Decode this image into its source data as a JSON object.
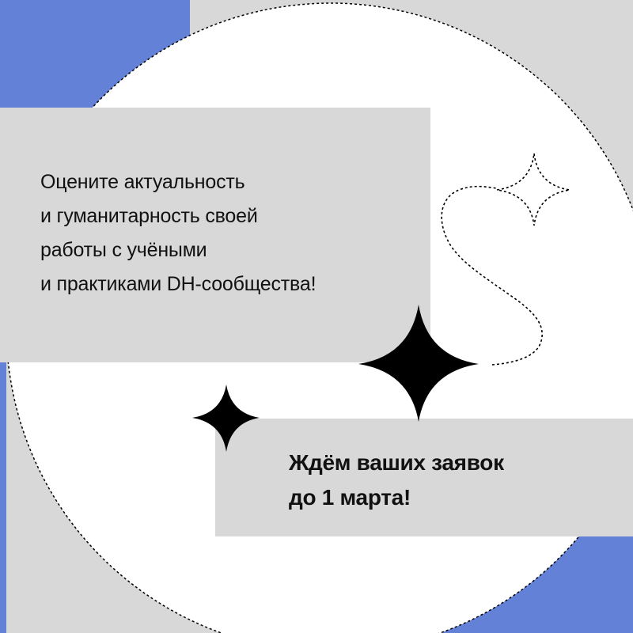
{
  "message": {
    "lines": [
      "Оцените актуальность",
      "и гуманитарность своей",
      "работы с учёными",
      "и практиками DH-сообщества!"
    ]
  },
  "call_to_action": {
    "lines": [
      "Ждём ваших заявок",
      "до 1 марта!"
    ]
  },
  "colors": {
    "accent_blue": "#6381d6",
    "panel_grey": "#d8d8d8",
    "circle_white": "#ffffff",
    "ink": "#000000"
  },
  "decorations": {
    "icons": [
      "large-sparkle-icon",
      "small-sparkle-icon",
      "outline-sparkle-icon",
      "dotted-trail-icon"
    ]
  }
}
